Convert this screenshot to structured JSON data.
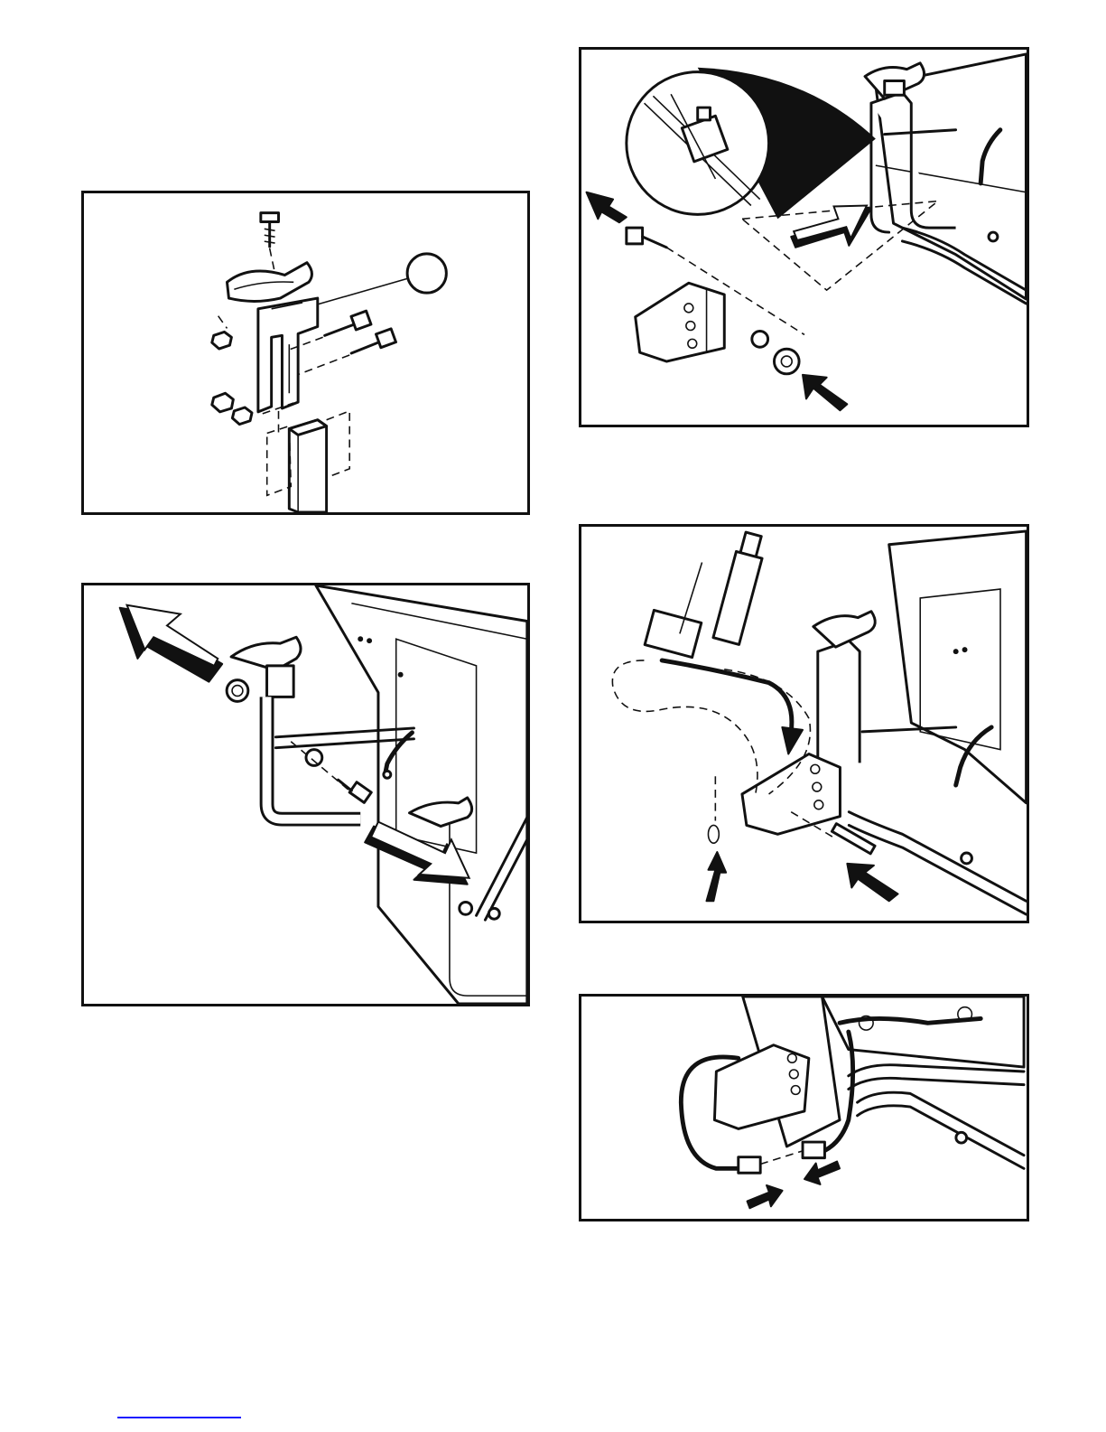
{
  "document": {
    "figures": [
      {
        "id": "fig-a",
        "subject": "bracket-assembly-exploded"
      },
      {
        "id": "fig-b",
        "subject": "bracket-removal"
      },
      {
        "id": "fig-c",
        "subject": "mounting-bracket-attach"
      },
      {
        "id": "fig-d",
        "subject": "actuator-install"
      },
      {
        "id": "fig-e",
        "subject": "cable-connection"
      }
    ],
    "callout_label": "",
    "footer_link_text": ""
  },
  "colors": {
    "line": "#111111",
    "background": "#ffffff",
    "link": "#1a1aff"
  }
}
